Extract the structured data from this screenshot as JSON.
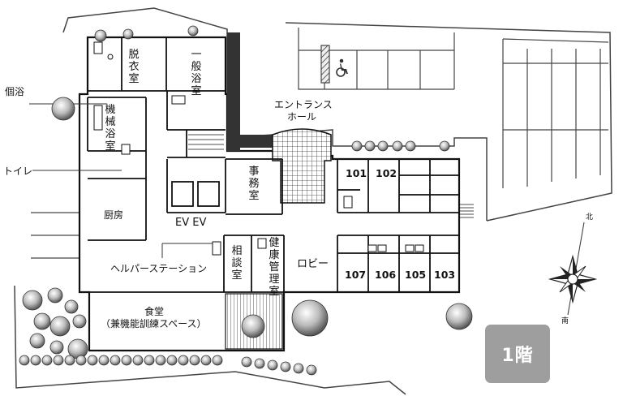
{
  "floor_label": "1階",
  "rooms": {
    "datsuishitsu": "脱衣室",
    "ippan_yokushitsu": "一般浴室",
    "kikai_yokushitsu": "機械浴室",
    "chubo": "厨房",
    "jimushitsu": "事務室",
    "sodanshitsu": "相談室",
    "kenko_kanrishitsu": "健康管理室",
    "lobby": "ロビー",
    "helper_station": "ヘルパーステーション",
    "shokudo_line1": "食堂",
    "shokudo_line2": "（兼機能訓練スペース）",
    "entrance_line1": "エントランス",
    "entrance_line2": "ホール",
    "elevators": "EV EV"
  },
  "callouts": {
    "koyoku": "個浴",
    "toilet": "トイレ"
  },
  "room_numbers": [
    "101",
    "102",
    "107",
    "106",
    "105",
    "103"
  ],
  "compass": {
    "north": "北",
    "south": "南"
  },
  "icons": [
    "wheelchair-accessible-icon",
    "compass-rose-icon",
    "tree-icon"
  ]
}
